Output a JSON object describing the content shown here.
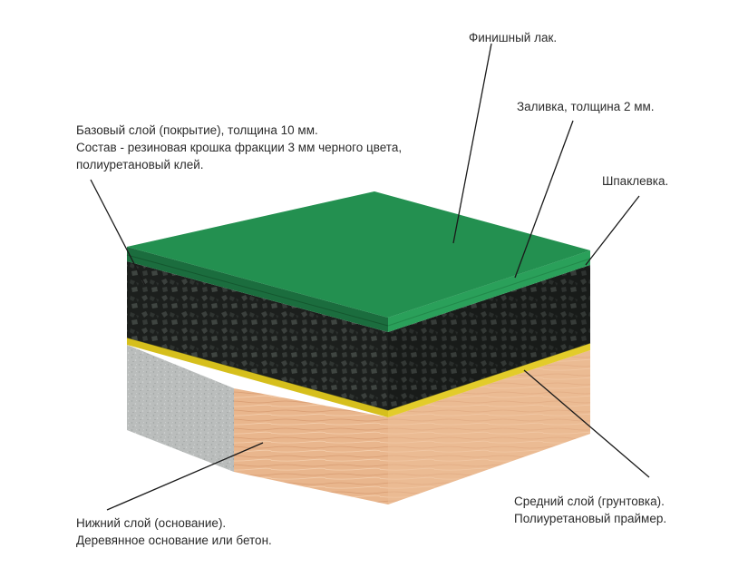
{
  "labels": {
    "finish_lacquer": "Финишный лак.",
    "pour_layer": "Заливка, толщина 2 мм.",
    "putty": "Шпаклевка.",
    "base_layer": {
      "line1": "Базовый слой (покрытие), толщина 10 мм.",
      "line2": "Состав - резиновая крошка фракции 3 мм черного цвета,",
      "line3": "полиуретановый клей."
    },
    "middle_layer": {
      "line1": "Средний слой (грунтовка).",
      "line2": "Полиуретановый праймер."
    },
    "bottom_layer": {
      "line1": "Нижний слой (основание).",
      "line2": "Деревянное основание или бетон."
    }
  },
  "colors": {
    "top_green": "#1f8a4c",
    "green_side_left": "#1b6d3e",
    "green_side_right": "#2aa05a",
    "rubber_dark": "#1c1f1d",
    "rubber_chip": "#3a3f3c",
    "primer_yellow": "#d9c21a",
    "wood_front": "#e8b58c",
    "wood_right": "#f0c29a",
    "concrete": "#b9bcbb",
    "leader_line": "#1a1a1a"
  }
}
